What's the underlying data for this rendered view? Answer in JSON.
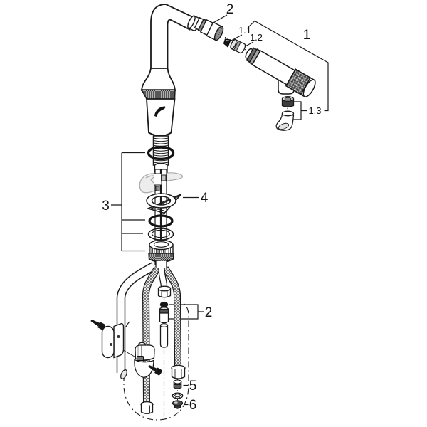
{
  "diagram": {
    "kind": "faucet-exploded-parts-diagram",
    "background": "#ffffff"
  },
  "colors": {
    "line": "#1a1a1a",
    "ghost_stroke": "#a8a8a8",
    "ghost_fill": "#ededed",
    "dark_fill": "#3d3d3d",
    "mid_gray": "#8f8f8f"
  },
  "callouts": {
    "pullout_spray_tip": {
      "label": "2"
    },
    "flow_restrictor": {
      "label": "1.1"
    },
    "coupling_adapter": {
      "label": "1.2"
    },
    "spray_head_group": {
      "label": "1"
    },
    "check_valve_group": {
      "label": "1.3"
    },
    "fastening_set": {
      "label": "3"
    },
    "support_triangle": {
      "label": "4"
    },
    "hose_coupling": {
      "label": "2"
    },
    "spacer_bushing": {
      "label": "5"
    },
    "cap_nut": {
      "label": "6"
    }
  }
}
